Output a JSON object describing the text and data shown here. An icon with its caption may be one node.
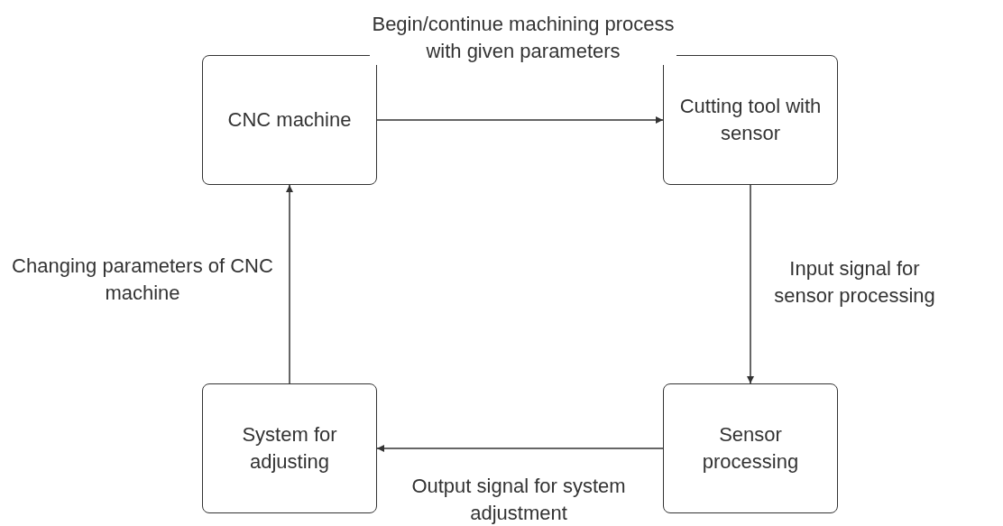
{
  "diagram": {
    "nodes": [
      {
        "text": [
          "CNC machine"
        ]
      },
      {
        "text": [
          "Cutting tool with sensor"
        ]
      },
      {
        "text": [
          "Sensor processing"
        ]
      },
      {
        "text": [
          "System for adjusting"
        ]
      }
    ],
    "edges": [
      {
        "from": 0,
        "to": 1,
        "arrow": "to",
        "label": "Begin/continue machining process with given parameters"
      },
      {
        "from": 1,
        "to": 2,
        "arrow": "to",
        "label": "Input signal for sensor processing"
      },
      {
        "from": 2,
        "to": 3,
        "arrow": "to",
        "label": "Output signal for system adjustment"
      },
      {
        "from": 3,
        "to": 0,
        "arrow": "to",
        "label": "Changing parameters of CNC machine"
      }
    ]
  }
}
